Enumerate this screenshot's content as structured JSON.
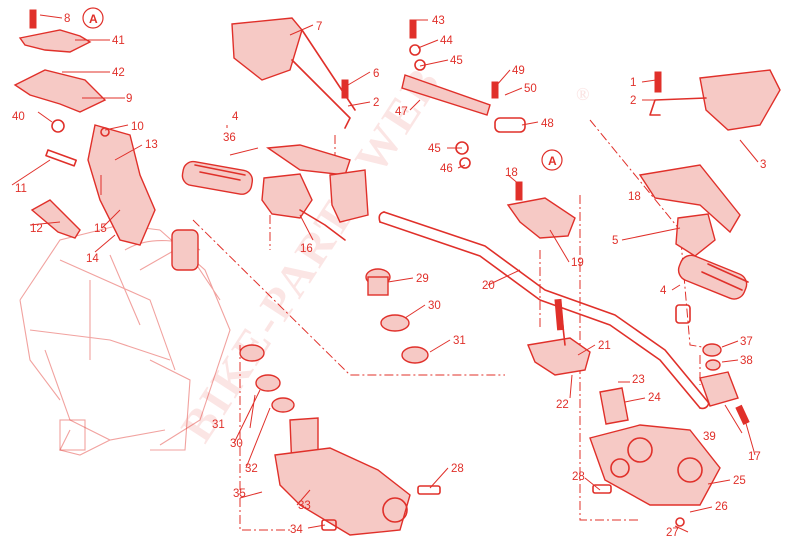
{
  "watermark": {
    "text": "BIKE-PARTS WEB",
    "mark": "®"
  },
  "callouts": {
    "ref_a_top": "A",
    "ref_a_mid": "A"
  },
  "labels": {
    "n1": "1",
    "n2": "2",
    "n2b": "2",
    "n3": "3",
    "n4": "4",
    "n4b": "4",
    "n5": "5",
    "n6": "6",
    "n7": "7",
    "n8": "8",
    "n9": "9",
    "n10": "10",
    "n11": "11",
    "n12": "12",
    "n13": "13",
    "n14": "14",
    "n15": "15",
    "n16": "16",
    "n17": "17",
    "n18": "18",
    "n18b": "18",
    "n19": "19",
    "n20": "20",
    "n21": "21",
    "n22": "22",
    "n23": "23",
    "n24": "24",
    "n25": "25",
    "n26": "26",
    "n27": "27",
    "n28": "28",
    "n28b": "28",
    "n29": "29",
    "n30": "30",
    "n30b": "30",
    "n31": "31",
    "n31b": "31",
    "n32": "32",
    "n33": "33",
    "n34": "34",
    "n35": "35",
    "n36": "36",
    "n37": "37",
    "n38": "38",
    "n39": "39",
    "n40": "40",
    "n41": "41",
    "n42": "42",
    "n43": "43",
    "n44": "44",
    "n45": "45",
    "n45b": "45",
    "n46": "46",
    "n47": "47",
    "n48": "48",
    "n49": "49",
    "n50": "50"
  },
  "colors": {
    "line": "#e0302a",
    "fill": "#f6c9c5",
    "background": "#ffffff"
  }
}
